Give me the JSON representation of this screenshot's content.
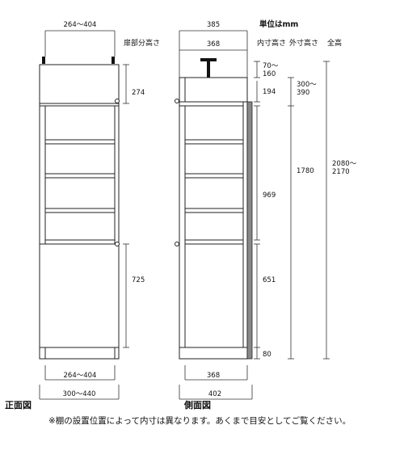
{
  "unit_label": "単位はmm",
  "front_view": {
    "label": "正面図",
    "top_width": "264～404",
    "upper_door_label": "扉部分高さ",
    "upper_door_height": "274",
    "lower_door_height": "725",
    "inner_width": "264～404",
    "outer_width": "300～440"
  },
  "side_view": {
    "label": "側面図",
    "depth_total": "385",
    "depth_inner_top": "368",
    "depth_inner_bottom": "368",
    "depth_outer_bottom": "402",
    "col_inner_heights_label": "内寸高さ",
    "col_outer_heights_label": "外寸高さ",
    "col_total_label": "全高",
    "gap_top": "70～\n160",
    "upper_inner": "194",
    "upper_outer": "300～\n390",
    "middle_inner": "969",
    "lower_inner": "651",
    "plinth": "80",
    "body_outer": "1780",
    "total_height": "2080～\n2170"
  },
  "footnote": "※棚の設置位置によって内寸は異なります。あくまで目安としてご覧ください。"
}
